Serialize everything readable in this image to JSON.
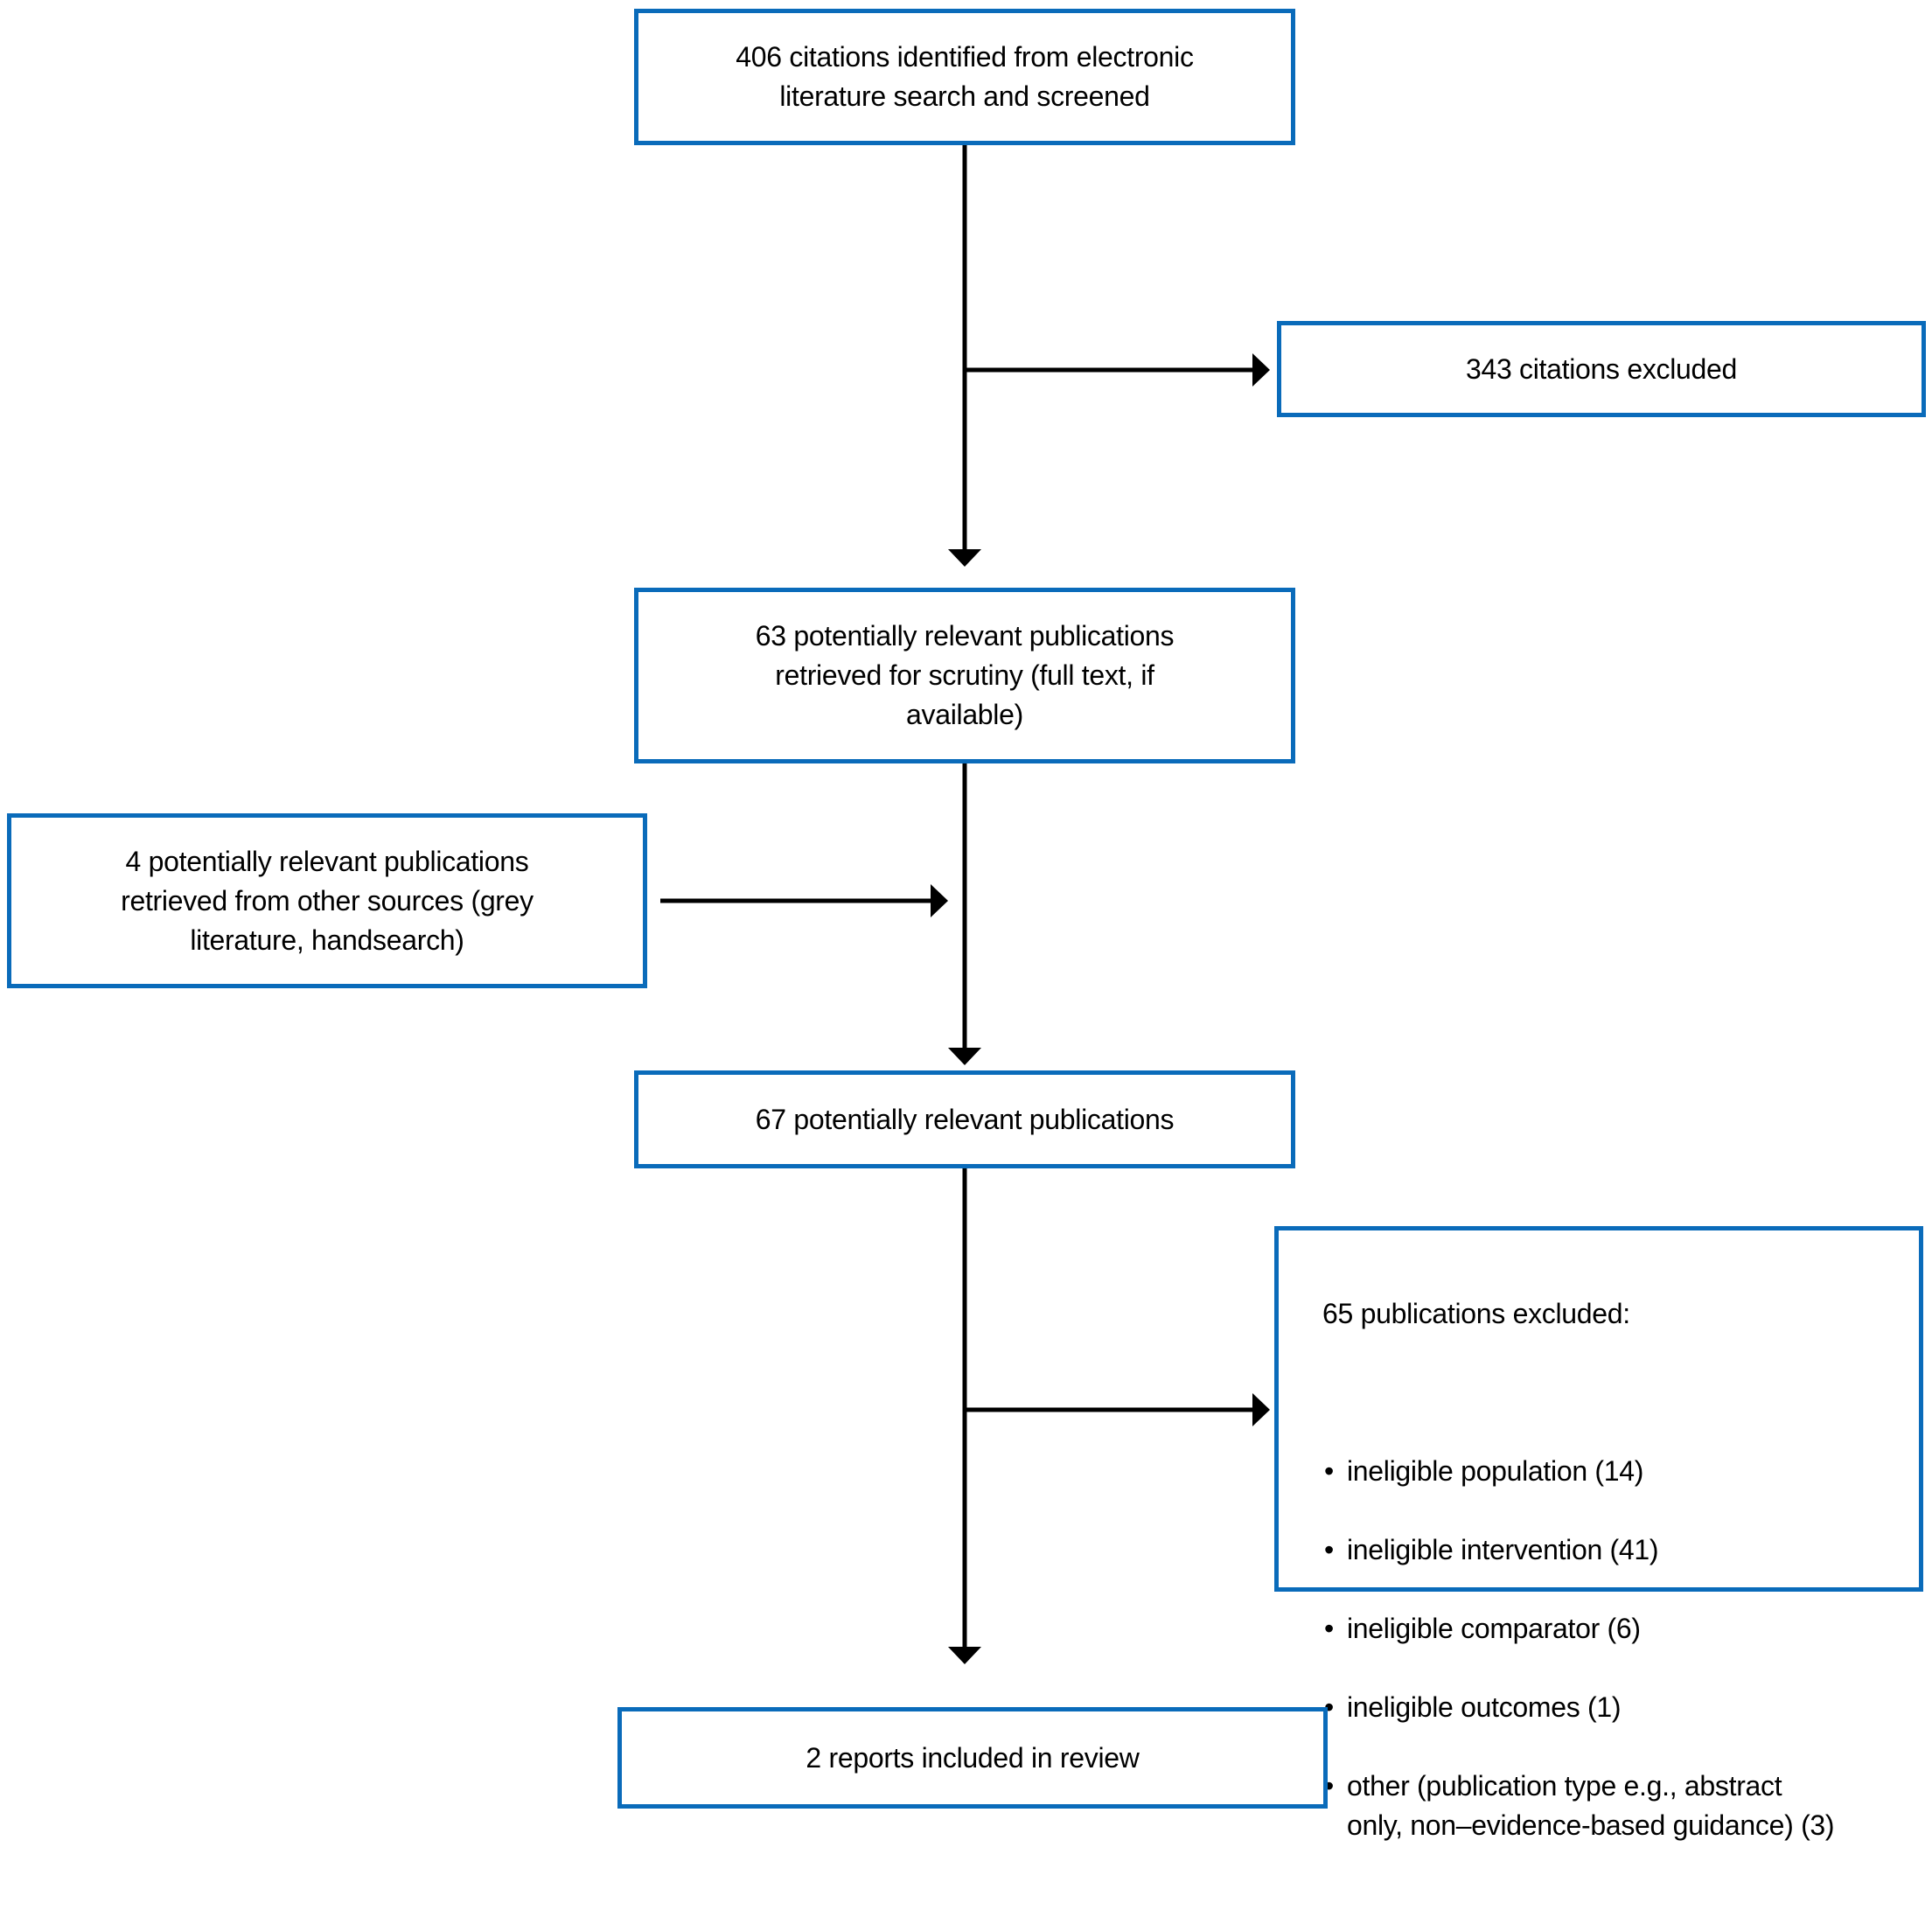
{
  "colors": {
    "box-border": "#0a6bba",
    "arrow": "#000000",
    "text": "#000000",
    "background": "#ffffff"
  },
  "flow": {
    "identified": "406 citations identified from electronic\nliterature search and screened",
    "excluded_citations": "343 citations excluded",
    "retrieved": "63 potentially relevant publications\nretrieved for scrutiny (full text, if\navailable)",
    "other_sources": "4 potentially relevant publications\nretrieved from other sources (grey\nliterature, handsearch)",
    "combined": "67 potentially relevant publications",
    "excluded_publications": {
      "title": "65 publications excluded:",
      "items": [
        "ineligible population (14)",
        "ineligible intervention (41)",
        "ineligible comparator (6)",
        "ineligible outcomes (1)",
        "other (publication type e.g., abstract\nonly, non–evidence-based guidance) (3)"
      ]
    },
    "included": "2 reports included in review"
  }
}
